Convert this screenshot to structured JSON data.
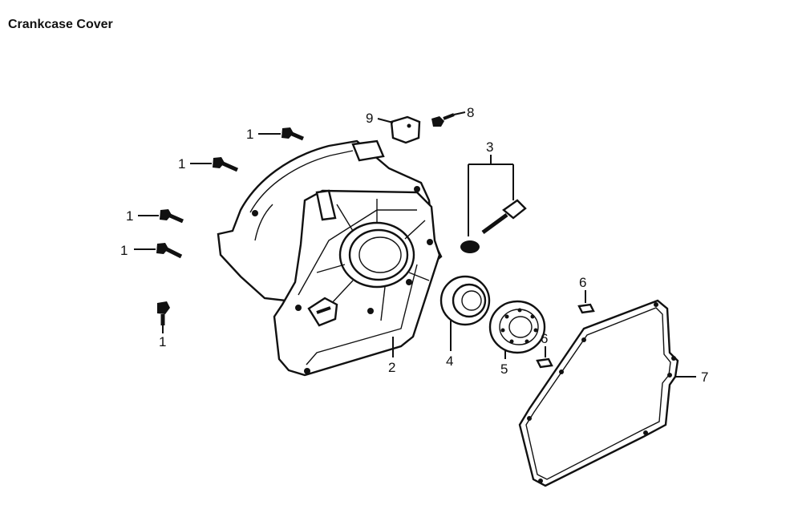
{
  "title": "Crankcase Cover",
  "labels": {
    "bolt": "1",
    "cover": "2",
    "breather_group": "3",
    "oil_seal": "4",
    "bearing": "5",
    "dowel_pin": "6",
    "gasket": "7",
    "small_bolt": "8",
    "bracket": "9"
  }
}
